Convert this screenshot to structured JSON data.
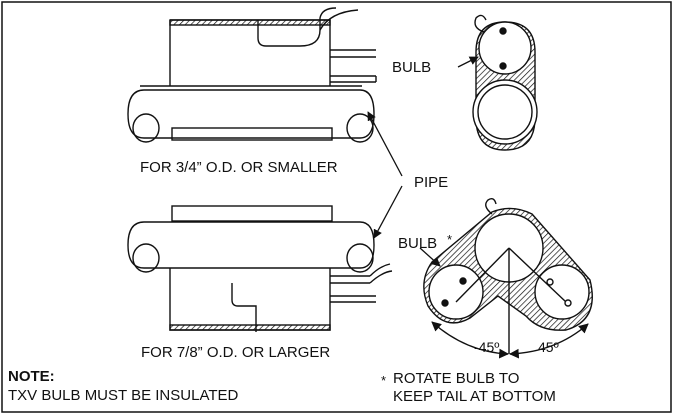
{
  "labels": {
    "bulb_top": "BULB",
    "bulb_bottom": "BULB",
    "bulb_bottom_mark": "*",
    "pipe": "PIPE",
    "caption_small": "FOR 3/4” O.D. OR SMALLER",
    "caption_large": "FOR 7/8” O.D. OR LARGER",
    "angle_left": "-45º",
    "angle_right": "45º",
    "note_title": "NOTE:",
    "note_text": "TXV BULB MUST BE INSULATED",
    "rotate_mark": "*",
    "rotate_line1": "ROTATE BULB TO",
    "rotate_line2": "KEEP TAIL AT BOTTOM"
  },
  "colors": {
    "line": "#111111",
    "background": "#ffffff"
  }
}
